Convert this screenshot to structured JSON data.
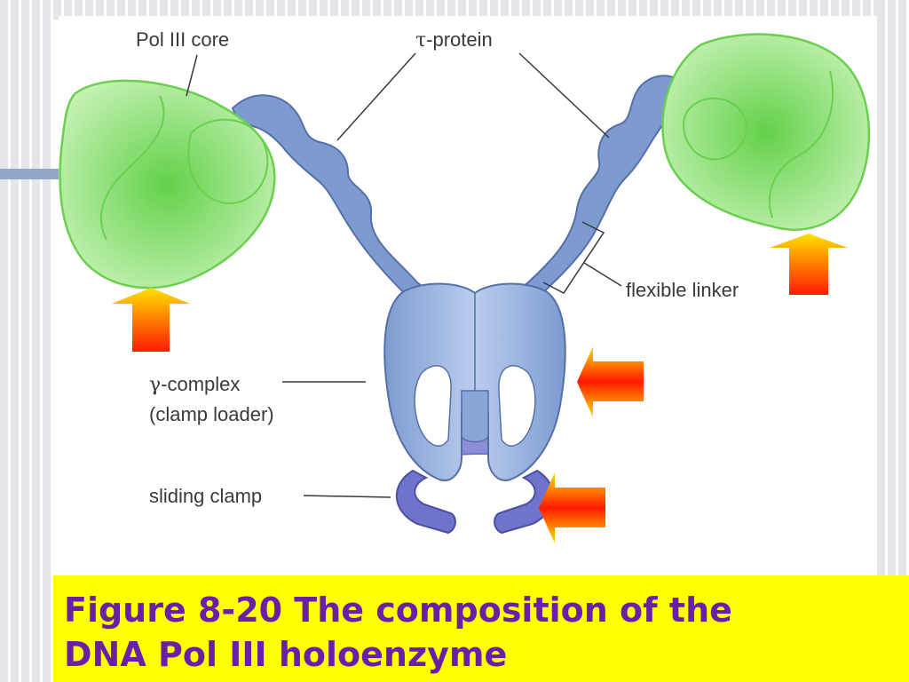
{
  "diagram": {
    "labels": {
      "pol_core": "Pol III core",
      "tau_symbol": "τ",
      "tau_rest": "-protein",
      "flexible_linker": "flexible linker",
      "gamma_symbol": "γ",
      "gamma_rest": "-complex",
      "clamp_loader": "(clamp loader)",
      "sliding_clamp": "sliding clamp"
    },
    "colors": {
      "core_fill": "#8fe07a",
      "core_edge": "#6bcf4f",
      "protein_fill": "#7e9bd0",
      "protein_edge": "#5570a8",
      "complex_light": "#a9c0e6",
      "clamp_fill": "#6f73c9",
      "arrow_top": "#ffe200",
      "arrow_bottom": "#ff1a00"
    },
    "icons": [
      "arrow-up-icon",
      "arrow-up-icon",
      "arrow-left-icon",
      "arrow-left-icon"
    ]
  },
  "caption": {
    "line1": "Figure 8-20 The composition of the",
    "line2": "DNA Pol III holoenzyme",
    "text_color": "#6a1fa8",
    "background": "#ffff00"
  }
}
